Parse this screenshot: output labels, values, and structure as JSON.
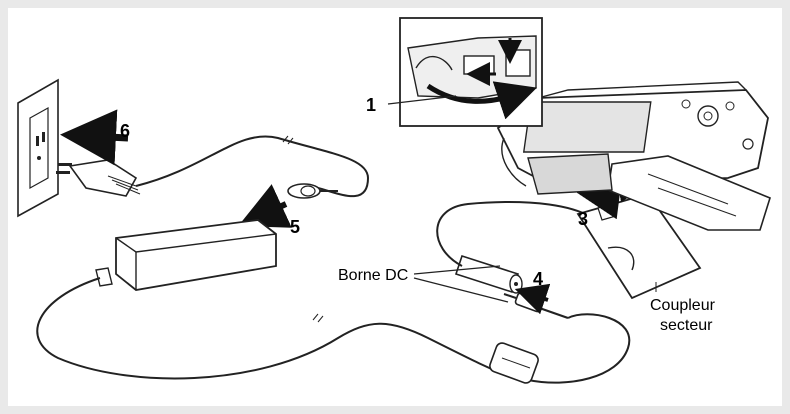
{
  "steps": {
    "s1": "1",
    "s3": "3",
    "s4": "4",
    "s5": "5",
    "s6": "6"
  },
  "labels": {
    "dc_terminal": "Borne DC",
    "coupler_line1": "Coupleur",
    "coupler_line2": "secteur"
  },
  "colors": {
    "frame": "#e9e9e9",
    "line": "#222222",
    "device_fill": "#ffffff",
    "shade": "#cfcfcf"
  },
  "icons": {
    "wall_outlet": "wall-outlet-icon",
    "ac_adapter": "ac-adapter-icon",
    "camera": "camera-icon",
    "dc_coupler": "dc-coupler-icon",
    "plug": "plug-icon"
  }
}
